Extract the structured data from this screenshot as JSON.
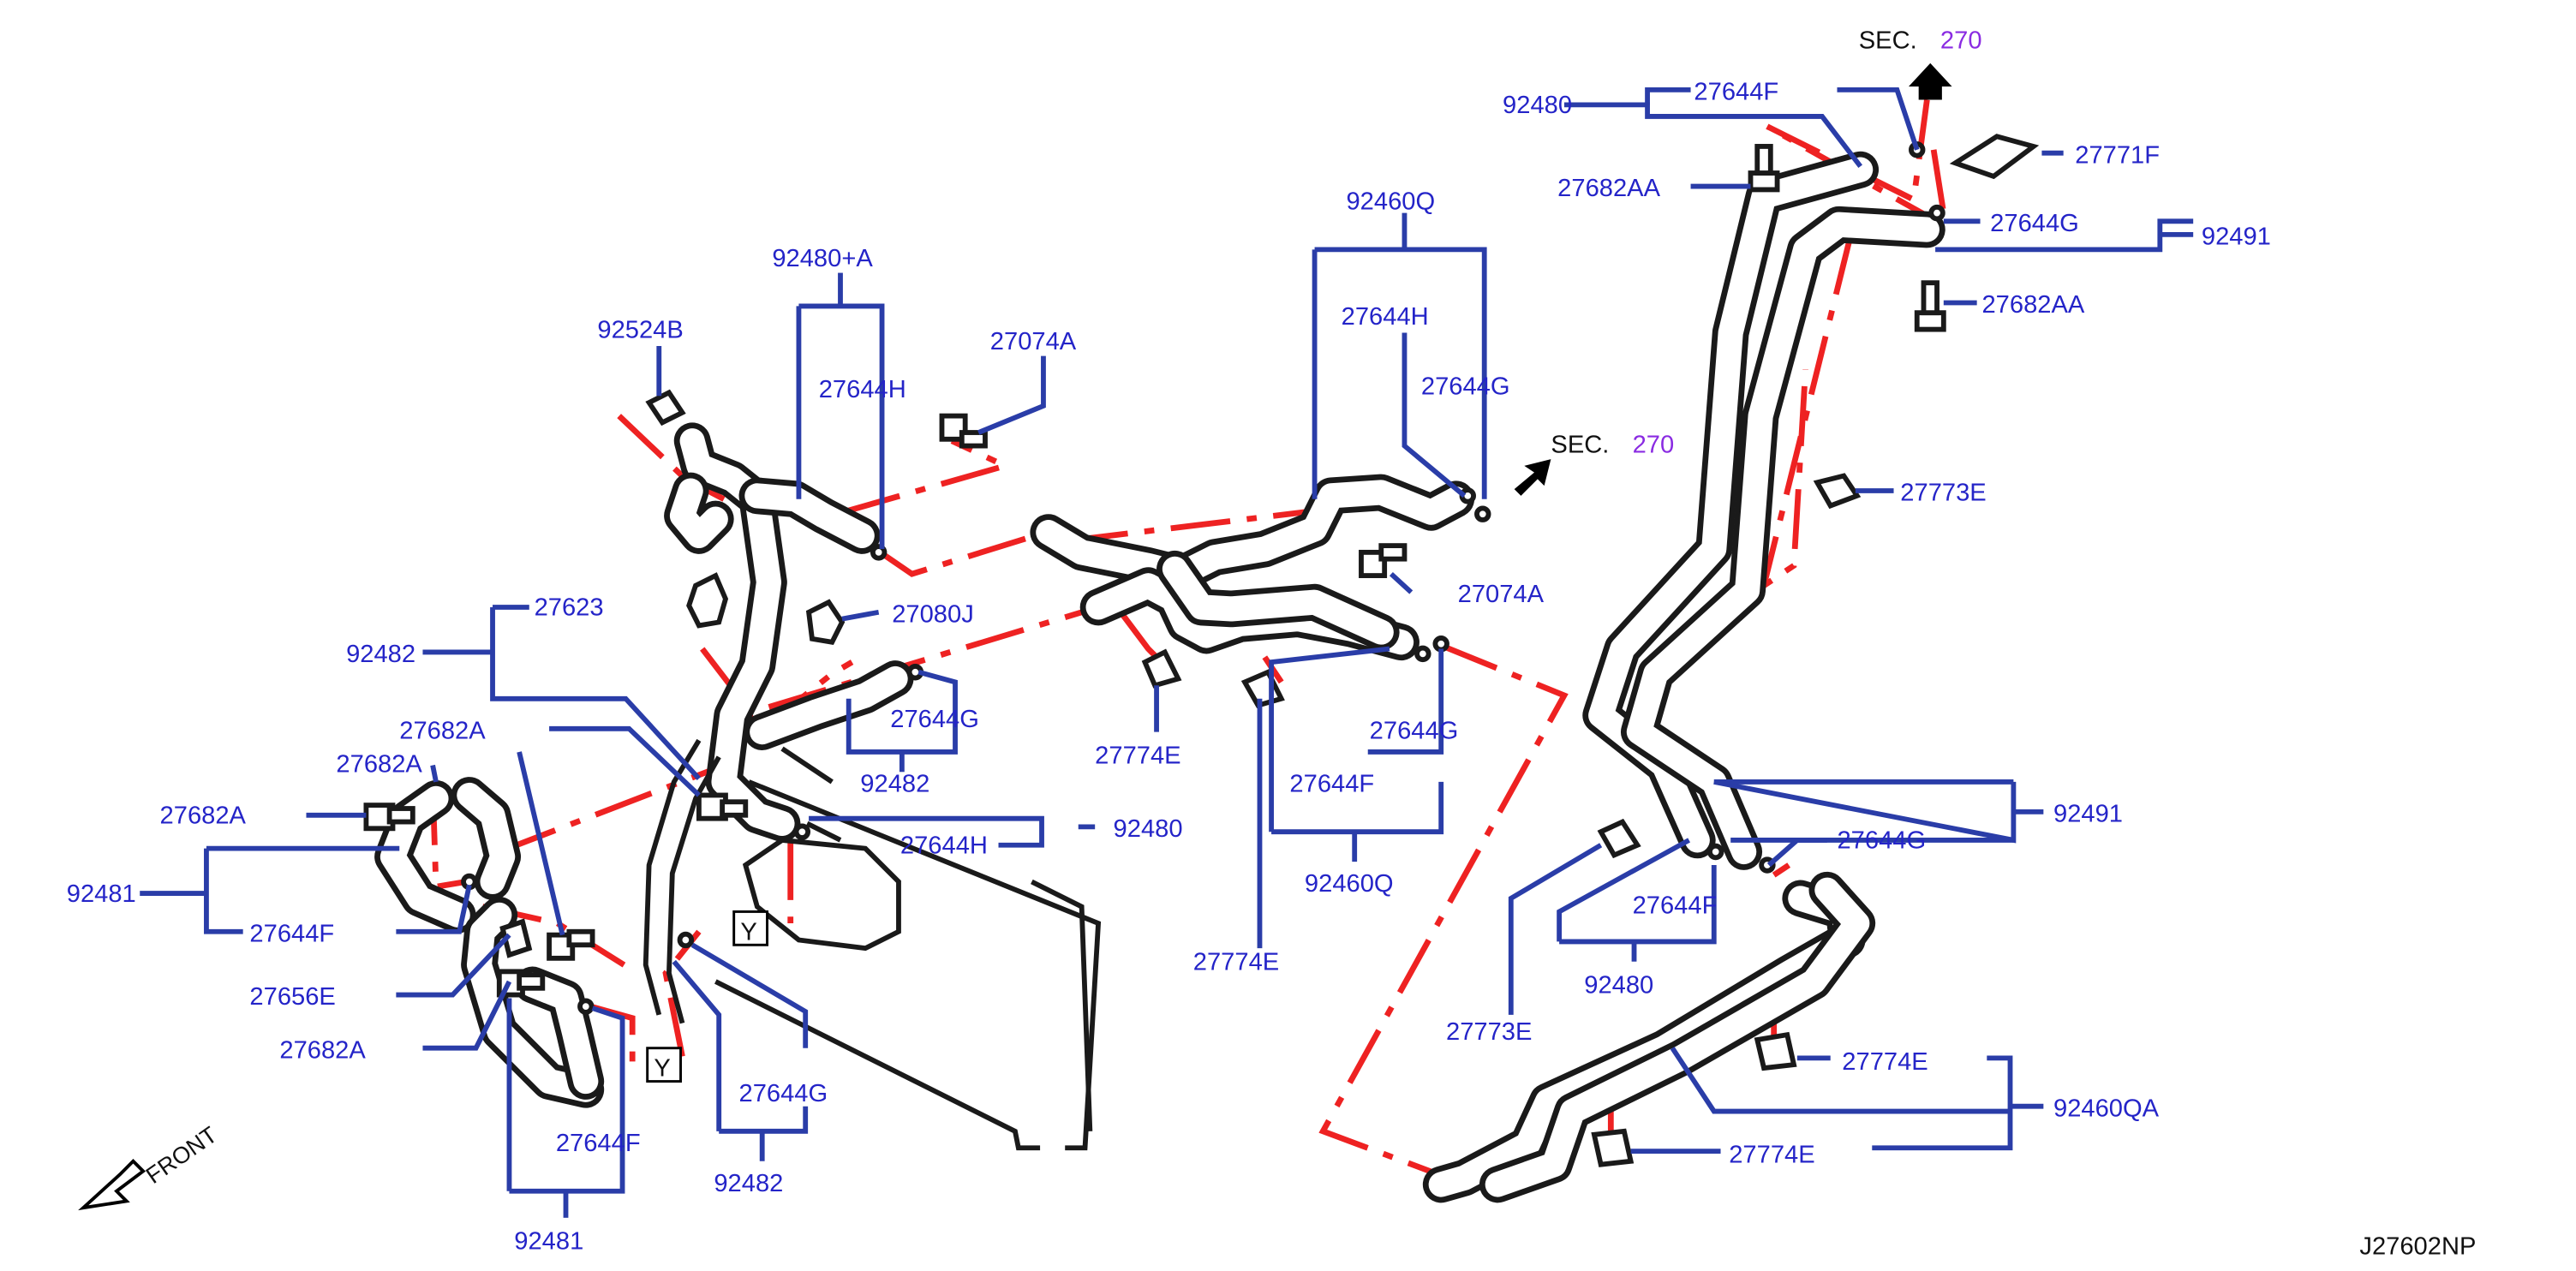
{
  "diagram_id": "J27602NP",
  "front_label": "FRONT",
  "sec_top": {
    "prefix": "SEC.",
    "number": "270"
  },
  "sec_mid": {
    "prefix": "SEC.",
    "number": "270"
  },
  "callout_y": "Y",
  "colors": {
    "label": "#2424c8",
    "leader": "#2a3da8",
    "centerline": "#ee2222",
    "part": "#1a1a1a",
    "section_ref": "#8a2be2"
  },
  "labels": {
    "l_92480_top": "92480",
    "l_27644F_top": "27644F",
    "l_27771F": "27771F",
    "l_27682AA_a": "27682AA",
    "l_27644G_tr": "27644G",
    "l_92491_top": "92491",
    "l_27682AA_b": "27682AA",
    "l_27773E_r": "27773E",
    "l_92460Q_top": "92460Q",
    "l_27644H_c": "27644H",
    "l_27644G_c": "27644G",
    "l_27074A_c": "27074A",
    "l_92480A": "92480+A",
    "l_92524B": "92524B",
    "l_27074A_l": "27074A",
    "l_27644H_l": "27644H",
    "l_27623": "27623",
    "l_27080J": "27080J",
    "l_92482_a": "92482",
    "l_27644G_m": "27644G",
    "l_92482_b": "92482",
    "l_27774E_a": "27774E",
    "l_27644G_c2": "27644G",
    "l_27644F_c": "27644F",
    "l_92460Q_b": "92460Q",
    "l_27774E_b": "27774E",
    "l_27682A_a": "27682A",
    "l_27682A_b": "27682A",
    "l_27682A_c": "27682A",
    "l_92481_a": "92481",
    "l_27644F_l": "27644F",
    "l_27656E": "27656E",
    "l_27682A_d": "27682A",
    "l_92480_m": "92480",
    "l_27644H_m": "27644H",
    "l_27644G_b": "27644G",
    "l_92482_c": "92482",
    "l_27644F_b": "27644F",
    "l_92481_b": "92481",
    "l_92491_m": "92491",
    "l_27644G_r": "27644G",
    "l_27644F_r": "27644F",
    "l_92480_r": "92480",
    "l_27773E_b": "27773E",
    "l_27774E_r1": "27774E",
    "l_92460QA": "92460QA",
    "l_27774E_r2": "27774E"
  }
}
